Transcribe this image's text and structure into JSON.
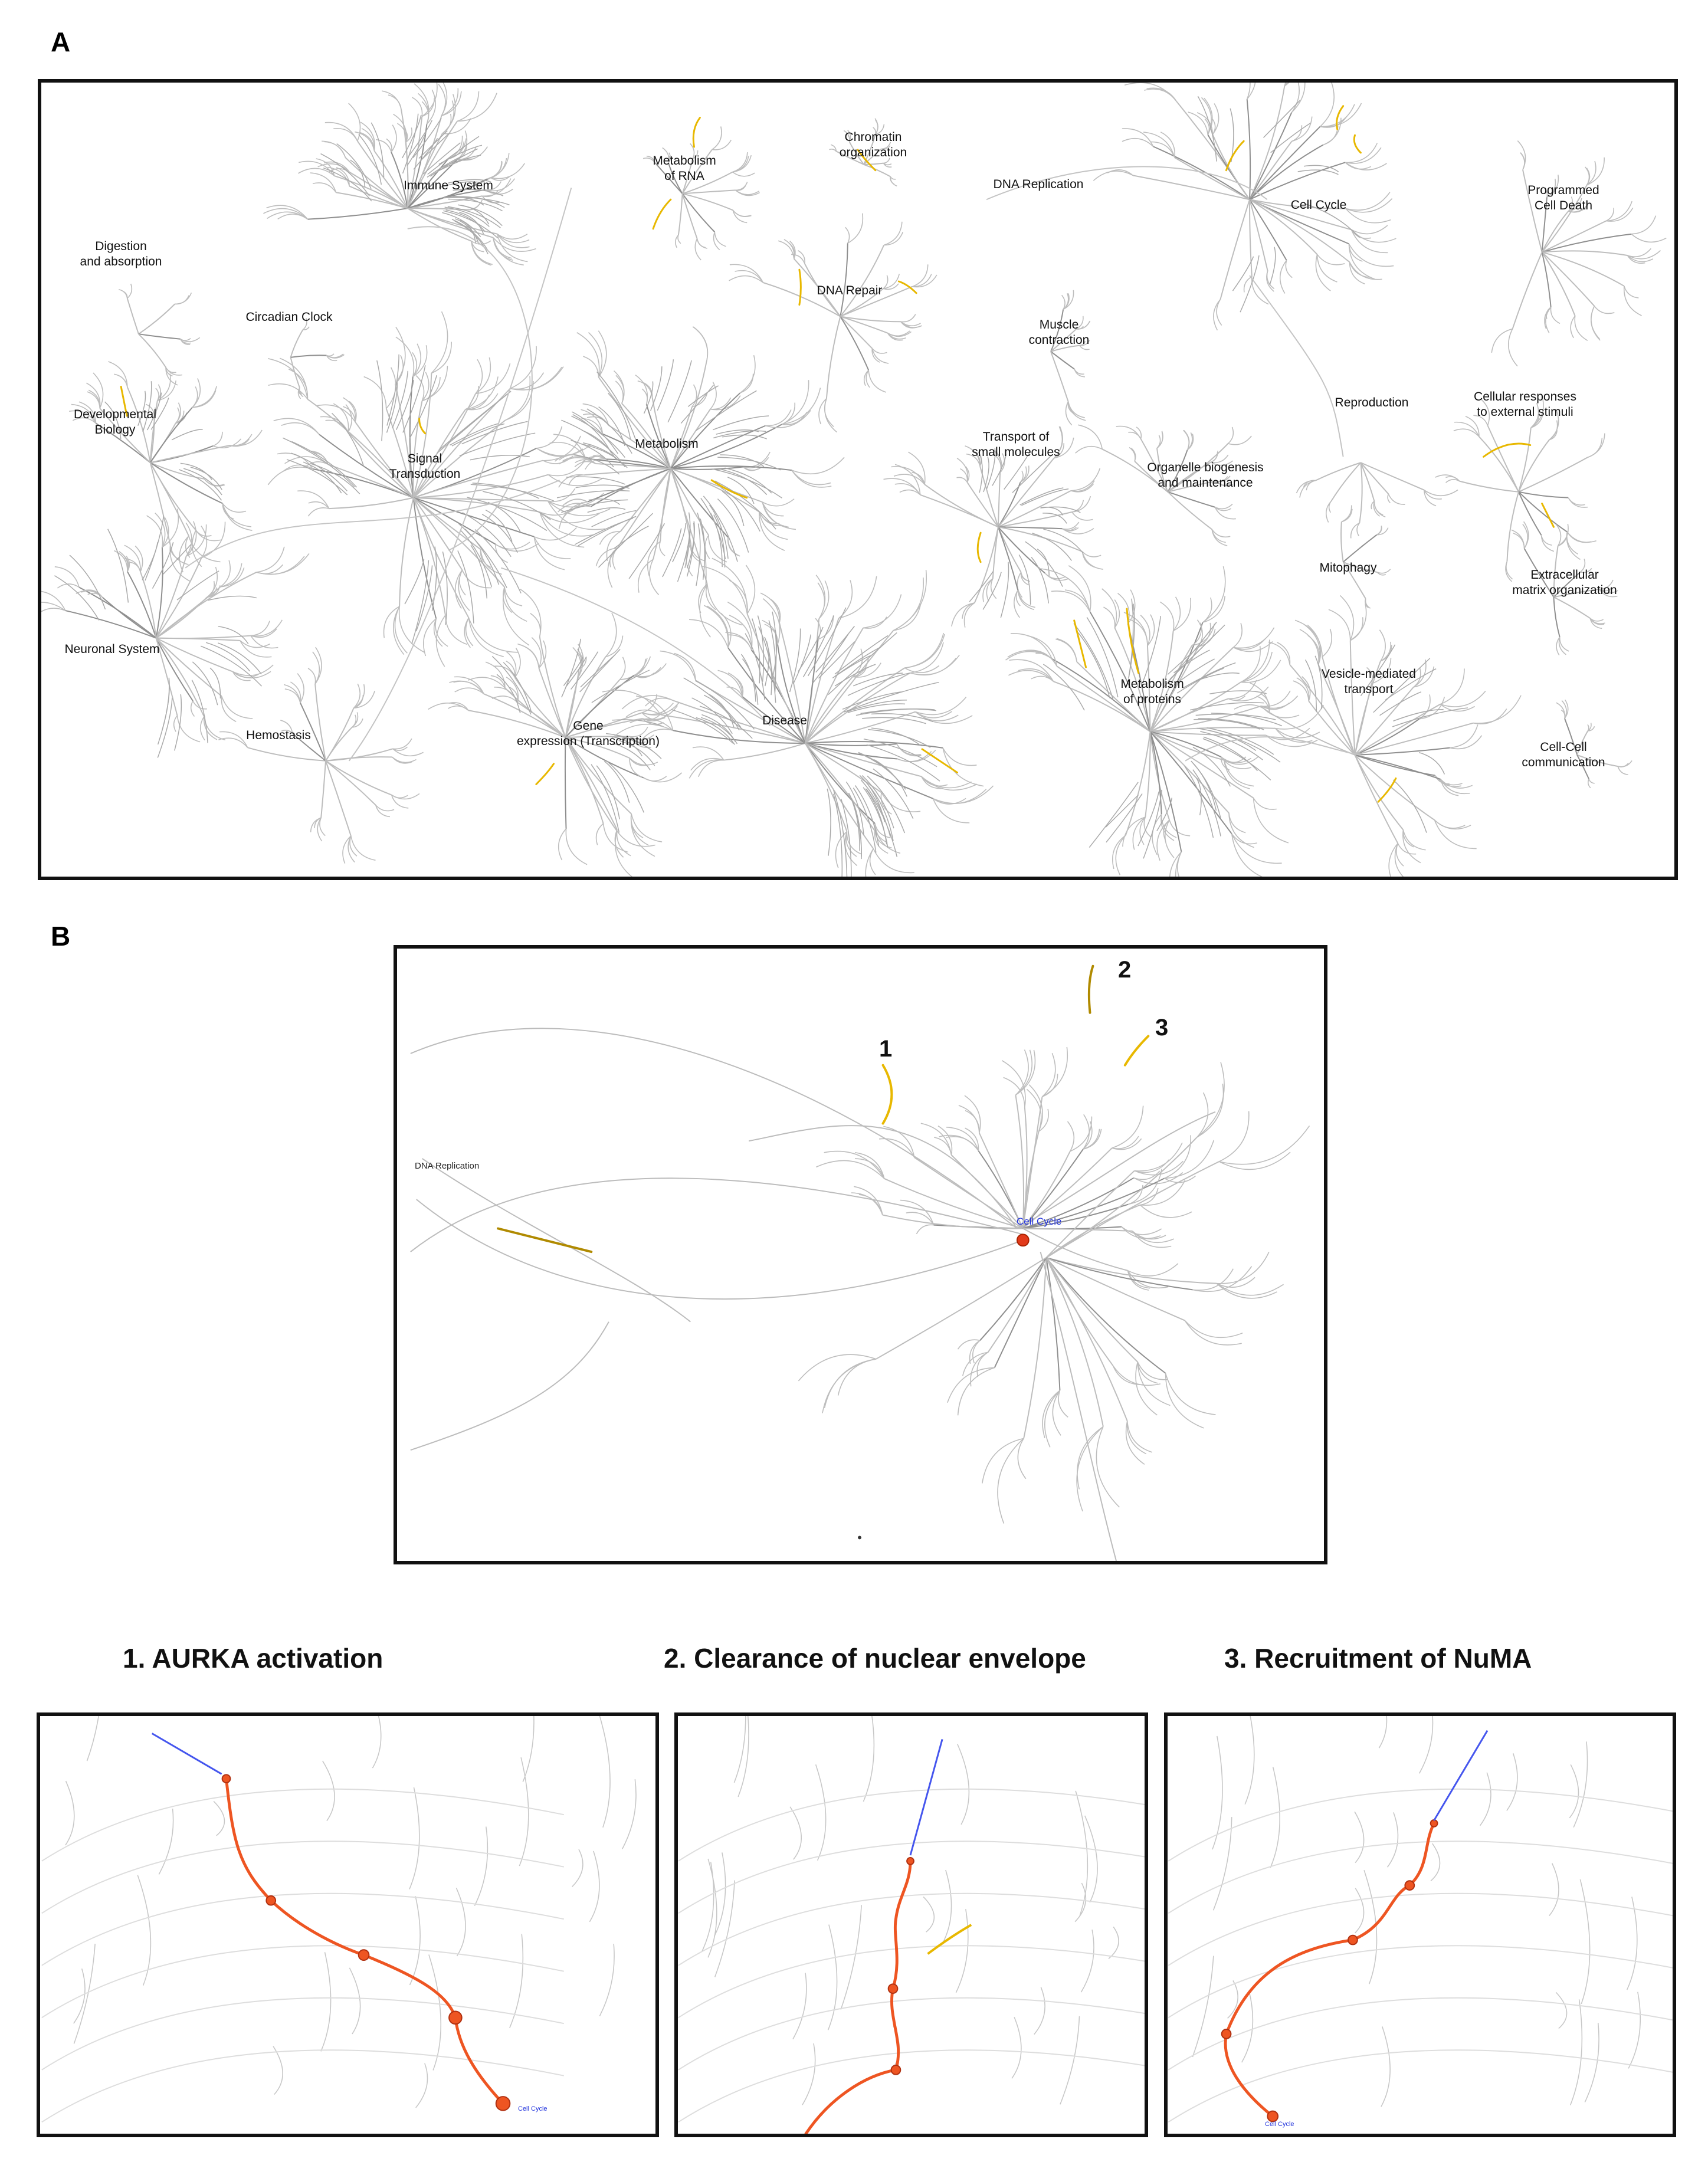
{
  "panels": {
    "a_letter": "A",
    "b_letter": "B"
  },
  "panel_a": {
    "labels": [
      "Immune System",
      "Metabolism\nof RNA",
      "Chromatin\norganization",
      "DNA Replication",
      "Cell Cycle",
      "Programmed\nCell Death",
      "Digestion\nand absorption",
      "Circadian Clock",
      "DNA Repair",
      "Muscle\ncontraction",
      "Developmental\nBiology",
      "Signal\nTransduction",
      "Metabolism",
      "Transport of\nsmall molecules",
      "Organelle biogenesis\nand maintenance",
      "Reproduction",
      "Cellular responses\nto external stimuli",
      "Mitophagy",
      "Extracellular\nmatrix organization",
      "Neuronal System",
      "Hemostasis",
      "Gene\nexpression (Transcription)",
      "Disease",
      "Metabolism\nof proteins",
      "Vesicle-mediated\ntransport",
      "Cell-Cell\ncommunication"
    ]
  },
  "panel_b": {
    "dna_replication_label": "DNA Replication",
    "cell_cycle_label": "Cell Cycle",
    "numbers": [
      "1",
      "2",
      "3"
    ]
  },
  "zooms": [
    {
      "title": "1. AURKA activation",
      "root_label": "Cell Cycle"
    },
    {
      "title": "2. Clearance of nuclear envelope",
      "root_label": ""
    },
    {
      "title": "3. Recruitment of NuMA",
      "root_label": "Cell Cycle"
    }
  ],
  "colors": {
    "branch": "#bdbdbd",
    "branch_dark": "#8f8f8f",
    "highlight_yellow": "#e8b800",
    "highlight_dark_yellow": "#b08a00",
    "path_orange": "#ee5522",
    "root_red": "#e23a1a",
    "label_blue": "#2233dd"
  }
}
